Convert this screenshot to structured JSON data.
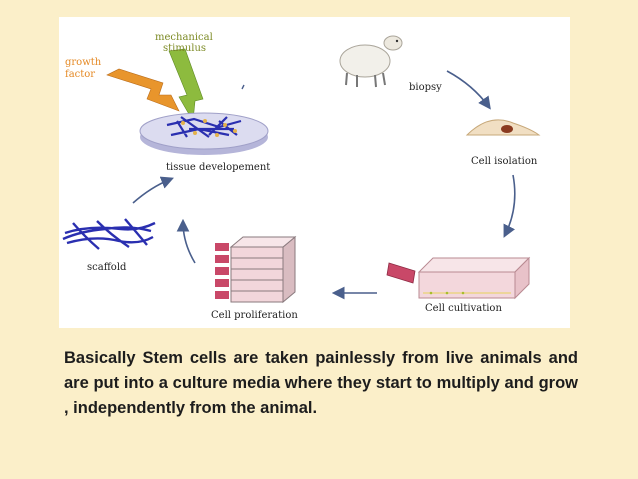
{
  "diagram": {
    "labels": {
      "mechanical_stimulus_line1": "mechanical",
      "mechanical_stimulus_line2": "stimulus",
      "growth_factor_line1": "growth",
      "growth_factor_line2": "factor",
      "biopsy": "biopsy",
      "cell_isolation": "Cell isolation",
      "cell_cultivation": "Cell cultivation",
      "cell_proliferation": "Cell proliferation",
      "scaffold": "scaffold",
      "tissue_development": "tissue developement"
    },
    "colors": {
      "background": "#fbefc9",
      "panel": "#ffffff",
      "arrow": "#4a5f8c",
      "lightning_green": "#8dbb3e",
      "lightning_orange": "#e8952c",
      "scaffold_blue": "#2a2fb0",
      "dish": "#c9c9e6",
      "flask_cap": "#c94868"
    }
  },
  "caption": {
    "text": "Basically Stem cells are taken painlessly from live animals and are put into a culture media where they start to multiply and grow , independently from the animal."
  }
}
